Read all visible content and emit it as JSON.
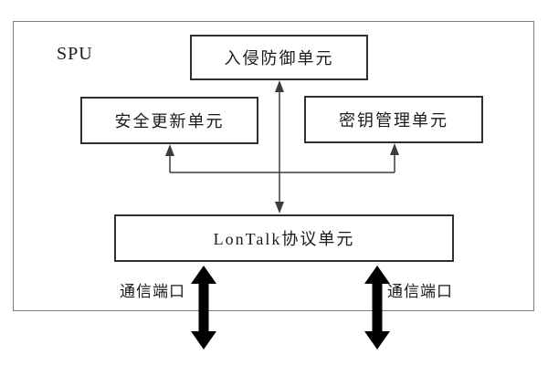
{
  "diagram": {
    "container_label": "SPU",
    "nodes": {
      "intrusion_prevention": {
        "label": "入侵防御单元"
      },
      "security_update": {
        "label": "安全更新单元"
      },
      "key_management": {
        "label": "密钥管理单元"
      },
      "lontalk_protocol": {
        "label": "LonTalk协议单元"
      }
    },
    "ports": {
      "left": {
        "label": "通信端口"
      },
      "right": {
        "label": "通信端口"
      }
    },
    "connections": [
      "lontalk_protocol <-> intrusion_prevention",
      "lontalk_protocol -> security_update",
      "lontalk_protocol -> key_management",
      "lontalk_protocol <-> left communication port (external)",
      "lontalk_protocol <-> right communication port (external)"
    ],
    "colors": {
      "background": "#ffffff",
      "outer_border": "#7d7d7d",
      "node_border": "#2f2f2f",
      "connector": "#3c3c3c",
      "thick_arrow": "#000000",
      "text": "#1a1a1a"
    }
  }
}
